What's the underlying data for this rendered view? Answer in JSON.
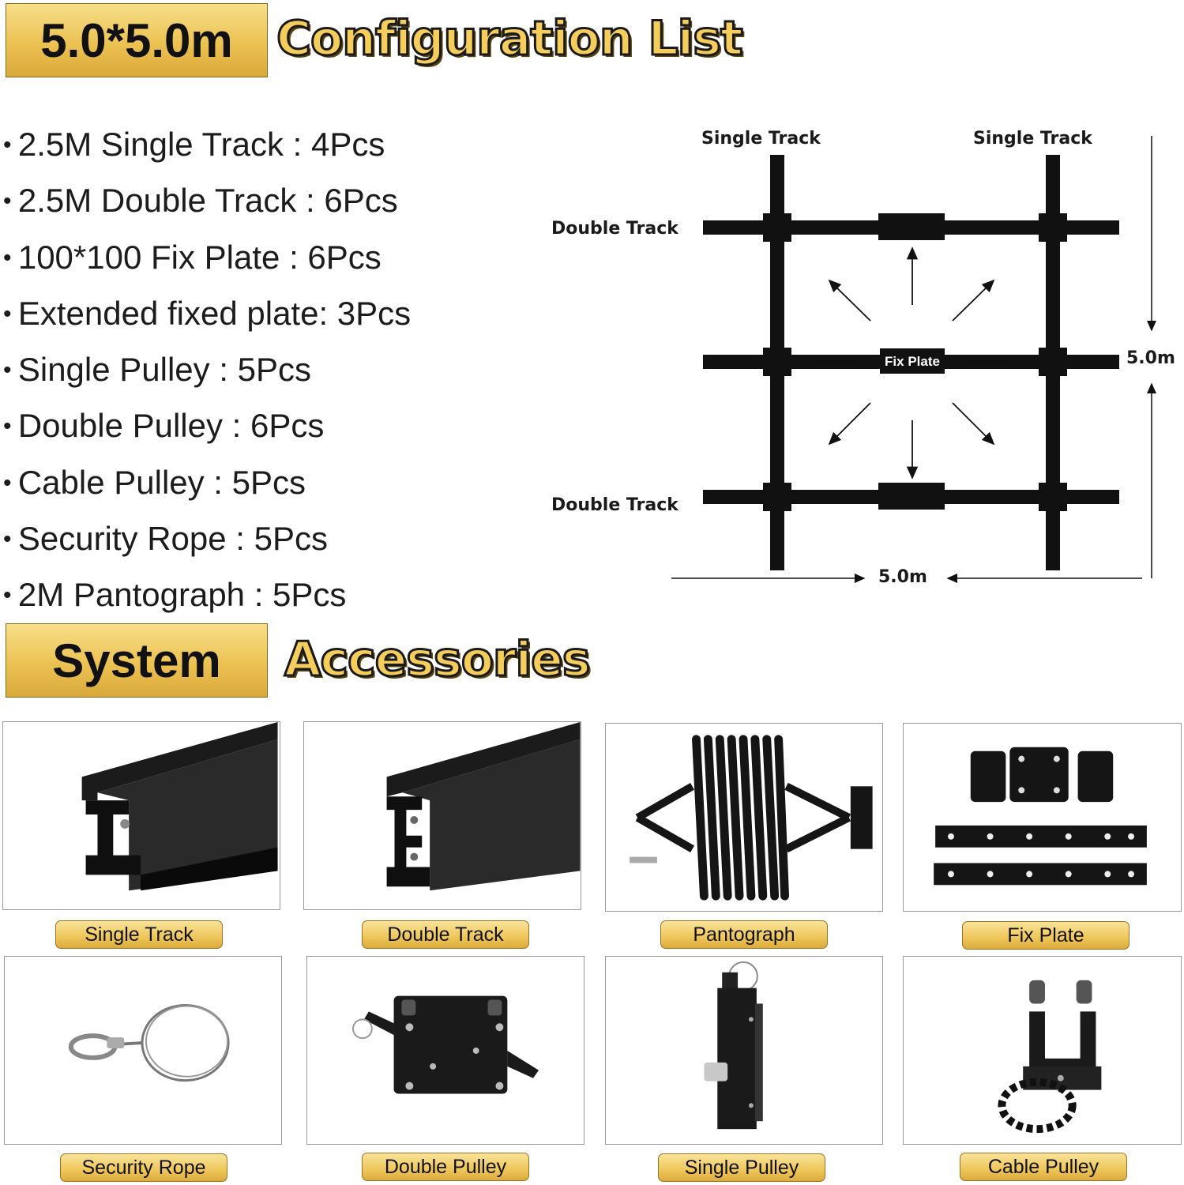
{
  "header": {
    "size_label": "5.0*5.0m",
    "title": "Configuration List"
  },
  "config_list": [
    "2.5M Single Track : 4Pcs",
    "2.5M Double Track : 6Pcs",
    "100*100 Fix Plate : 6Pcs",
    "Extended fixed plate: 3Pcs",
    "Single Pulley : 5Pcs",
    "Double Pulley : 6Pcs",
    "Cable Pulley : 5Pcs",
    "Security Rope : 5Pcs",
    "2M Pantograph : 5Pcs"
  ],
  "diagram": {
    "single_track_left": "Single Track",
    "single_track_right": "Single Track",
    "double_track_top": "Double Track",
    "double_track_bottom": "Double Track",
    "fix_plate": "Fix Plate",
    "height_label": "5.0m",
    "width_label": "5.0m"
  },
  "section2": {
    "label": "System",
    "title": "Accessories"
  },
  "accessories": [
    {
      "label": "Single Track",
      "icon": "single-track-icon"
    },
    {
      "label": "Double Track",
      "icon": "double-track-icon"
    },
    {
      "label": "Pantograph",
      "icon": "pantograph-icon"
    },
    {
      "label": "Fix Plate",
      "icon": "fix-plate-icon"
    },
    {
      "label": "Security Rope",
      "icon": "security-rope-icon"
    },
    {
      "label": "Double Pulley",
      "icon": "double-pulley-icon"
    },
    {
      "label": "Single Pulley",
      "icon": "single-pulley-icon"
    },
    {
      "label": "Cable Pulley",
      "icon": "cable-pulley-icon"
    }
  ],
  "colors": {
    "gold": "#ecc253",
    "black": "#111111"
  }
}
